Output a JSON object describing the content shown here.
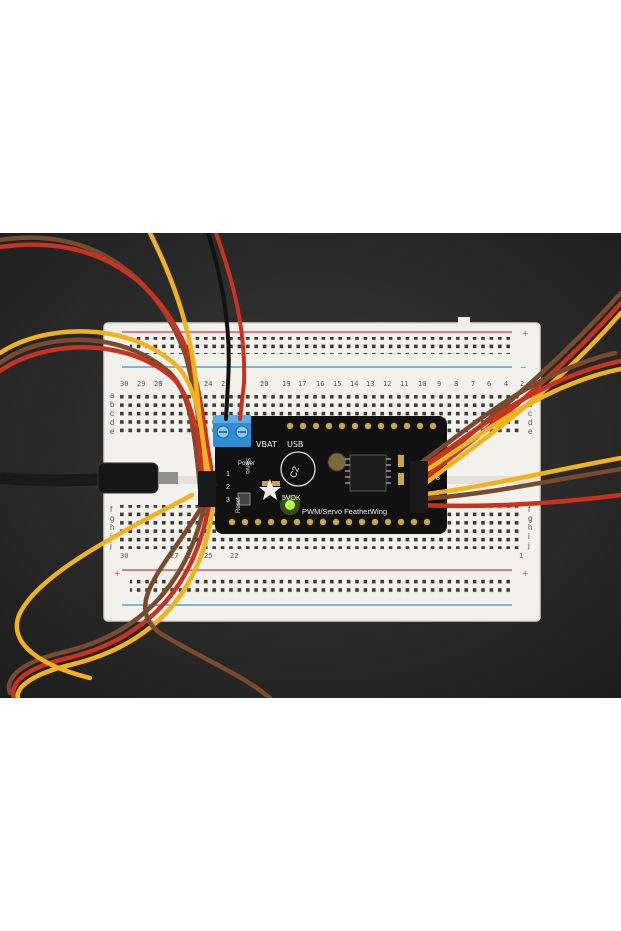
{
  "colors": {
    "page_background": "#ffffff",
    "table_background": "#2b2b2b",
    "breadboard": "#f2f0ea",
    "rail_red": "#d9536a",
    "rail_blue": "#4fa3d8",
    "pcb": "#111111",
    "terminal_block": "#2f8fd6",
    "wire_brown": "#7a4a2e",
    "wire_red": "#c8321f",
    "wire_yellow": "#f2b21c",
    "led_green": "#b9ff4a"
  },
  "breadboard": {
    "row_letters_left": [
      "a",
      "b",
      "c",
      "d",
      "e",
      "f",
      "g",
      "h",
      "i",
      "j"
    ],
    "row_letters_right": [
      "a",
      "b",
      "c",
      "d",
      "e",
      "f",
      "g",
      "h",
      "i",
      "j"
    ],
    "rail_plus": "+",
    "rail_minus": "−"
  },
  "board": {
    "label_vbat": "VBAT",
    "label_usb": "USB",
    "label_servo": "Servo",
    "label_power": "Power",
    "label_c2": "C2",
    "label_reset": "Reset",
    "label_5vok": "5VOK",
    "label_title": "PWM/Servo FeatherWing",
    "port_numbers_left": [
      "1",
      "2",
      "3"
    ],
    "port_numbers_right": [
      "8",
      "9"
    ]
  }
}
